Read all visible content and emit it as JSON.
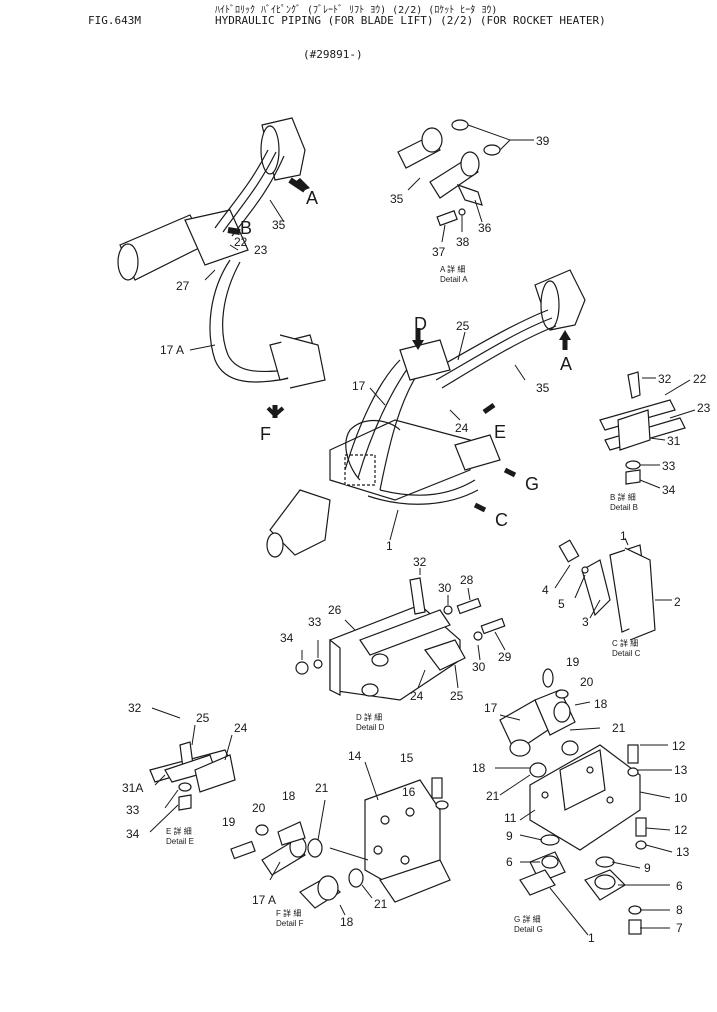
{
  "header": {
    "fig_no": "FIG.643M",
    "title_jp": "ﾊｲﾄﾞﾛﾘｯｸ ﾊﾞｲﾋﾟﾝｸﾞ (ﾌﾞﾚｰﾄﾞ ﾘﾌﾄ ﾖｳ) (2/2) (ﾛｹｯﾄ ﾋｰﾀ ﾖｳ)",
    "title_en": "HYDRAULIC PIPING (FOR BLADE LIFT) (2/2) (FOR ROCKET HEATER)",
    "serial": "(#29891-)"
  },
  "views": {
    "A": "A",
    "B": "B",
    "C": "C",
    "D": "D",
    "E": "E",
    "F": "F",
    "G": "G"
  },
  "details": {
    "A": {
      "jp": "A 詳 細",
      "en": "Detail A"
    },
    "B": {
      "jp": "B 詳 細",
      "en": "Detail B"
    },
    "C": {
      "jp": "C 詳 細",
      "en": "Detail C"
    },
    "D": {
      "jp": "D 詳 細",
      "en": "Detail D"
    },
    "E": {
      "jp": "E 詳 細",
      "en": "Detail E"
    },
    "F": {
      "jp": "F 詳 細",
      "en": "Detail F"
    },
    "G": {
      "jp": "G 詳 細",
      "en": "Detail G"
    }
  },
  "labels": {
    "l39": "39",
    "l35a": "35",
    "l36": "36",
    "l37": "37",
    "l38": "38",
    "l35b": "35",
    "l22a": "22",
    "l23a": "23",
    "l27": "27",
    "l17A": "17 A",
    "l25a": "25",
    "l17": "17",
    "l24": "24",
    "l35c": "35",
    "l1": "1",
    "l32a": "32",
    "l22b": "22",
    "l23b": "23",
    "l31": "31",
    "l33a": "33",
    "l34a": "34",
    "l4": "4",
    "l5": "5",
    "l3": "3",
    "l1c": "1",
    "l2": "2",
    "l32b": "32",
    "l30a": "30",
    "l28": "28",
    "l26": "26",
    "l33b": "33",
    "l34b": "34",
    "l30b": "30",
    "l29": "29",
    "l24b": "24",
    "l25b": "25",
    "l32c": "32",
    "l25c": "25",
    "l24c": "24",
    "l31A": "31A",
    "l33c": "33",
    "l34c": "34",
    "l14": "14",
    "l15": "15",
    "l16": "16",
    "l21a": "21",
    "l20": "20",
    "l18a": "18",
    "l19": "19",
    "l17Af": "17 A",
    "l18b": "18",
    "l21b": "21",
    "l19g": "19",
    "l20g": "20",
    "l17g": "17",
    "l18g": "18",
    "l21g": "21",
    "l12a": "12",
    "l13a": "13",
    "l18h": "18",
    "l21h": "21",
    "l10": "10",
    "l11": "11",
    "l12b": "12",
    "l9a": "9",
    "l13b": "13",
    "l9b": "9",
    "l6a": "6",
    "l6b": "6",
    "l8": "8",
    "l7": "7",
    "l1g": "1"
  }
}
